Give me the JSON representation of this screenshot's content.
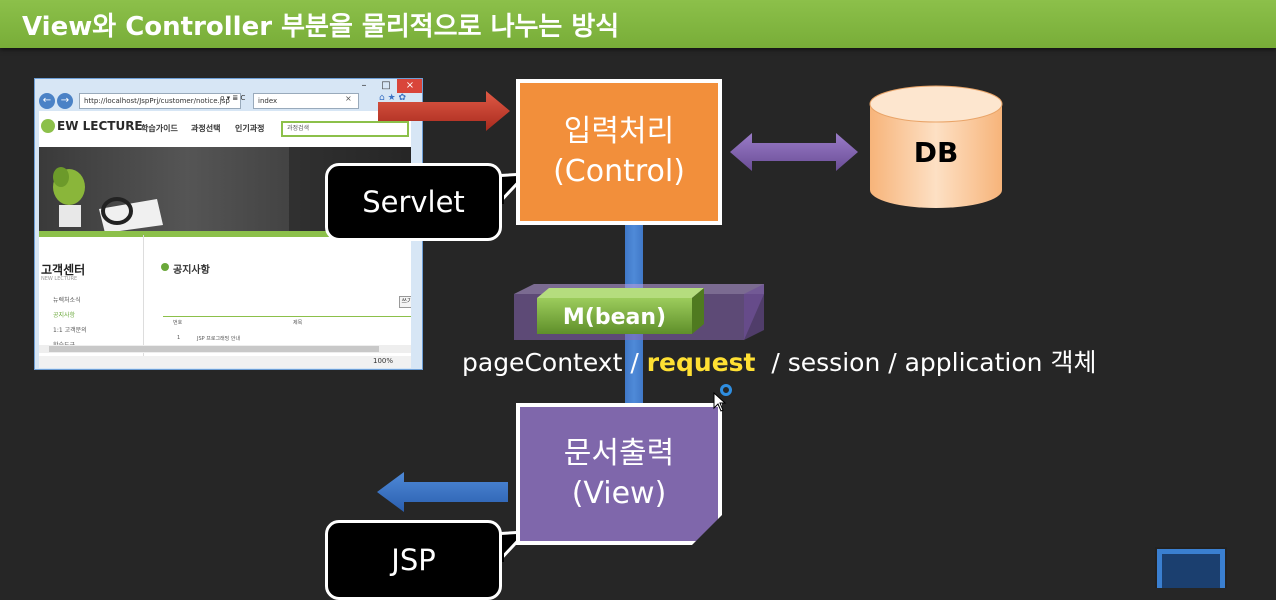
{
  "title": "View와 Controller 부분을 물리적으로 나누는 방식",
  "control_box": {
    "line1": "입력처리",
    "line2": "(Control)"
  },
  "view_box": {
    "line1": "문서출력",
    "line2": "(View)"
  },
  "db_label": "DB",
  "servlet_callout": "Servlet",
  "jsp_callout": "JSP",
  "bean_label": "M(bean)",
  "scopes": {
    "page_context": "pageContext",
    "sep1": " / ",
    "request": "request",
    "sep2": "  / session / application 객체"
  },
  "colors": {
    "title_green": "#8cc04a",
    "control_orange": "#f28f3b",
    "view_purple": "#7f67ab",
    "db_peach": "#fbc594",
    "arrow_red": "#c33a2b",
    "arrow_purple": "#7d5da8",
    "arrow_blue": "#3b72c4",
    "request_yellow": "#ffe033"
  },
  "browser": {
    "url": "http://localhost/JspPrj/customer/notice.jsp",
    "url_controls": "ρ ▾ ≣ C",
    "tab": "index",
    "tab_close": "×",
    "min": "–",
    "max": "□",
    "close": "×",
    "back": "←",
    "forward": "→",
    "tools": "⌂ ★ ✿",
    "logo": "EW LECTURE",
    "nav": [
      "학습가이드",
      "과정선택",
      "인기과정"
    ],
    "search_placeholder": "과정검색",
    "side_title": "고객센터",
    "side_sub": "NEW LECTURE",
    "side_items": [
      "뉴렉처소식",
      "공지사항",
      "1:1 고객문의",
      "학습도구"
    ],
    "notice_title": "공지사항",
    "write_button": "쓰기",
    "table_headers": [
      "번호",
      "제목"
    ],
    "row": [
      "1",
      "JSP 프로그래밍 안내"
    ],
    "zoom": "100%"
  }
}
